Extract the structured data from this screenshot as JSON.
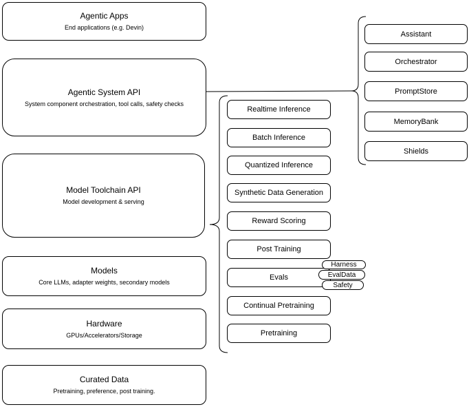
{
  "diagram": {
    "left_column": [
      {
        "title": "Agentic Apps",
        "subtitle": "End applications (e.g. Devin)"
      },
      {
        "title": "Agentic System API",
        "subtitle": "System component orchestration, tool calls, safety checks"
      },
      {
        "title": "Model Toolchain API",
        "subtitle": "Model development & serving"
      },
      {
        "title": "Models",
        "subtitle": "Core LLMs, adapter weights, secondary models"
      },
      {
        "title": "Hardware",
        "subtitle": "GPUs/Accelerators/Storage"
      },
      {
        "title": "Curated Data",
        "subtitle": "Pretraining, preference, post training."
      }
    ],
    "toolchain_items": [
      "Realtime Inference",
      "Batch Inference",
      "Quantized Inference",
      "Synthetic Data Generation",
      "Reward Scoring",
      "Post Training",
      "Evals",
      "Continual Pretraining",
      "Pretraining"
    ],
    "system_components": [
      "Assistant",
      "Orchestrator",
      "PromptStore",
      "MemoryBank",
      "Shields"
    ],
    "eval_tags": [
      "Harness",
      "EvalData",
      "Safety"
    ],
    "colors": {
      "border": "#000000",
      "fill": "#ffffff",
      "background": "#ffffff",
      "text": "#000000"
    }
  }
}
